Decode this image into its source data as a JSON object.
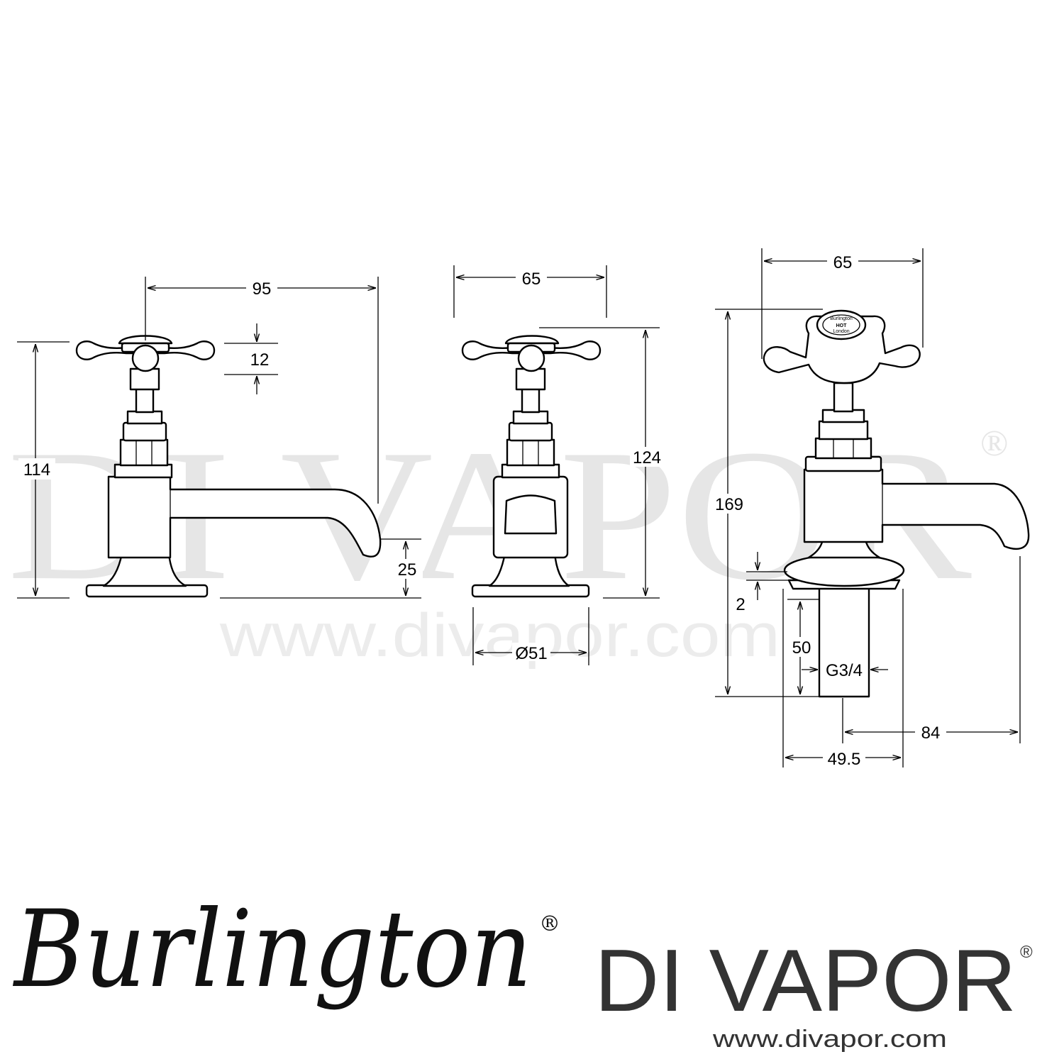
{
  "watermark": {
    "brand": "DI VAPOR",
    "registered": "®",
    "url": "www.divapor.com"
  },
  "dimensions": {
    "side_width": "95",
    "side_height": "114",
    "handle_height": "12",
    "spout_height": "25",
    "front_width": "65",
    "front_height": "124",
    "base_diameter": "Ø51",
    "detail_width": "65",
    "detail_height": "169",
    "flange_thickness": "2",
    "tail_length": "50",
    "thread_size": "G3/4",
    "tail_to_spout": "84",
    "flange_diameter": "49.5"
  },
  "handle_badge": {
    "brand": "Burlington",
    "label": "HOT",
    "sub": "London"
  },
  "logos": {
    "burlington": "Burlington",
    "burlington_reg": "®",
    "divapor": "DI VAPOR",
    "divapor_reg": "®",
    "divapor_url": "www.divapor.com"
  }
}
